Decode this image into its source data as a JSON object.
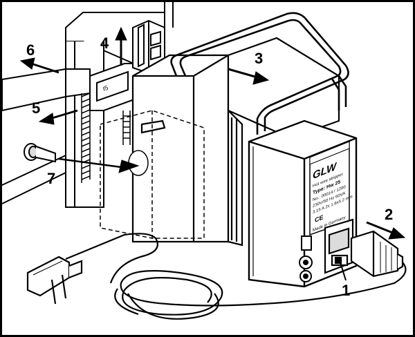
{
  "diagram": {
    "callouts": [
      {
        "id": "1",
        "label": "1"
      },
      {
        "id": "2",
        "label": "2"
      },
      {
        "id": "3",
        "label": "3"
      },
      {
        "id": "4",
        "label": "4"
      },
      {
        "id": "5",
        "label": "5"
      },
      {
        "id": "6",
        "label": "6"
      },
      {
        "id": "7",
        "label": "7"
      }
    ],
    "nameplate": {
      "brand": "GLW",
      "type_line": "Type: Hw 25",
      "lines": [
        "Hot wire stripper",
        "No.: 00014 / 1200",
        "230V/50 Hz  60VA",
        "3.15 A  2x 1.6x5.2 mm",
        "Made in Germany"
      ],
      "ce_mark": "CE"
    },
    "blade_tag": "I5"
  },
  "colors": {
    "ink": "#000000",
    "paper": "#ffffff",
    "shade": "#dcdcdc"
  }
}
